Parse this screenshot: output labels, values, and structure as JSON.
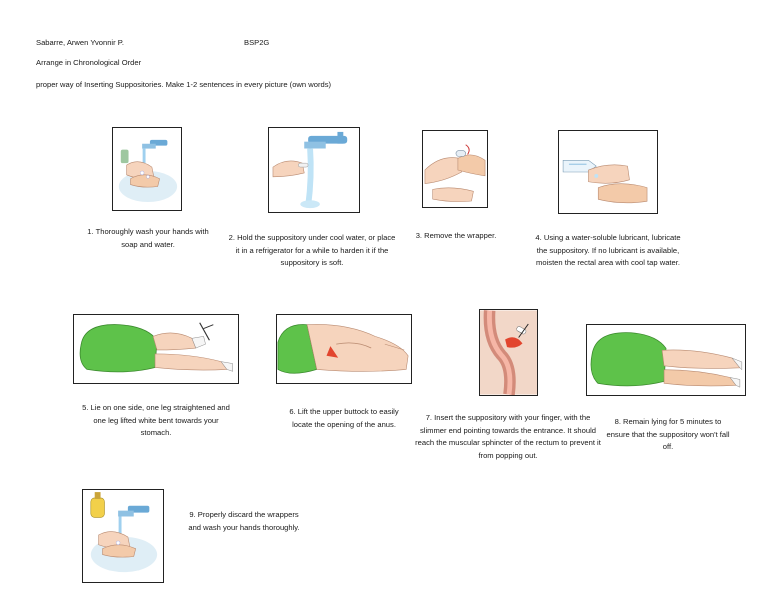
{
  "header": {
    "name": "Sabarre, Arwen Yvonnir P.",
    "section": "BSP2G",
    "instruction_1": "Arrange in Chronological Order",
    "instruction_2": "proper way of Inserting Suppositories. Make 1-2 sentences in every picture (own words)"
  },
  "steps": [
    {
      "caption": "1. Thoroughly wash your hands with soap and water.",
      "icon": "handwashing-icon"
    },
    {
      "caption": "2. Hold the suppository under cool water, or place it in a refrigerator for a while to harden it if the suppository is soft.",
      "icon": "cool-water-tap-icon"
    },
    {
      "caption": "3. Remove the wrapper.",
      "icon": "unwrapping-hands-icon"
    },
    {
      "caption": "4. Using a water-soluble lubricant, lubricate the suppository. If no lubricant is available, moisten the rectal area with cool tap water.",
      "icon": "lubricant-tube-icon"
    },
    {
      "caption": "5. Lie on one side, one leg straightened and one leg lifted white bent towards your stomach.",
      "icon": "side-lying-position-icon"
    },
    {
      "caption": "6. Lift the upper buttock to easily locate the opening of the anus.",
      "icon": "buttock-lift-icon"
    },
    {
      "caption": "7. Insert the suppository with your finger, with the slimmer end pointing towards the entrance. It should reach the muscular sphincter of the rectum to prevent it from popping out.",
      "icon": "rectum-insertion-diagram-icon"
    },
    {
      "caption": "8. Remain lying for 5 minutes to ensure that the suppository won't fall off.",
      "icon": "resting-lying-icon"
    },
    {
      "caption": "9. Properly discard the wrappers and wash your hands thoroughly.",
      "icon": "handwashing-soap-icon"
    }
  ]
}
